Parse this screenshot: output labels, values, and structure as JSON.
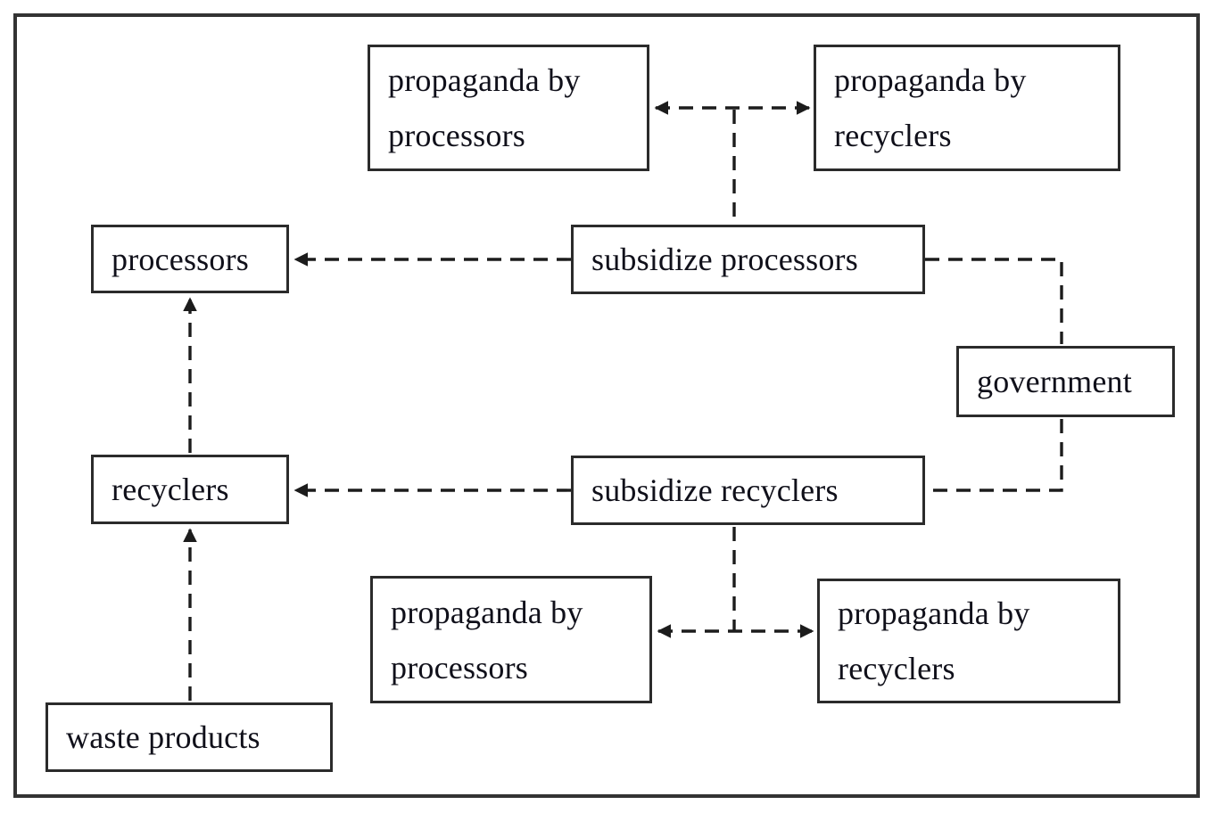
{
  "diagram": {
    "type": "flow-diagram",
    "colors": {
      "background": "#ffffff",
      "frame_border": "#333333",
      "box_border": "#2b2b2b",
      "line": "#1c1c1c",
      "text": "#10101a"
    },
    "nodes": [
      {
        "id": "propaganda-by-processors-top",
        "label": "propaganda by processors"
      },
      {
        "id": "propaganda-by-recyclers-top",
        "label": "propaganda by recyclers"
      },
      {
        "id": "processors",
        "label": "processors"
      },
      {
        "id": "subsidize-processors",
        "label": "subsidize processors"
      },
      {
        "id": "government",
        "label": "government"
      },
      {
        "id": "recyclers",
        "label": "recyclers"
      },
      {
        "id": "subsidize-recyclers",
        "label": "subsidize recyclers"
      },
      {
        "id": "propaganda-by-processors-bottom",
        "label": "propaganda by processors"
      },
      {
        "id": "propaganda-by-recyclers-bottom",
        "label": "propaganda by recyclers"
      },
      {
        "id": "waste-products",
        "label": "waste products"
      }
    ],
    "edges": [
      {
        "from": "subsidize-processors",
        "to": "propaganda-by-processors-top",
        "style": "dashed",
        "arrow": "to"
      },
      {
        "from": "subsidize-processors",
        "to": "propaganda-by-recyclers-top",
        "style": "dashed",
        "arrow": "to"
      },
      {
        "from": "subsidize-processors",
        "to": "processors",
        "style": "dashed",
        "arrow": "to"
      },
      {
        "from": "subsidize-processors",
        "to": "government",
        "style": "dashed",
        "arrow": "none"
      },
      {
        "from": "government",
        "to": "subsidize-recyclers",
        "style": "dashed",
        "arrow": "none"
      },
      {
        "from": "subsidize-recyclers",
        "to": "recyclers",
        "style": "dashed",
        "arrow": "to"
      },
      {
        "from": "subsidize-recyclers",
        "to": "propaganda-by-processors-bottom",
        "style": "dashed",
        "arrow": "to"
      },
      {
        "from": "subsidize-recyclers",
        "to": "propaganda-by-recyclers-bottom",
        "style": "dashed",
        "arrow": "to"
      },
      {
        "from": "recyclers",
        "to": "processors",
        "style": "dashed",
        "arrow": "to"
      },
      {
        "from": "waste-products",
        "to": "recyclers",
        "style": "dashed",
        "arrow": "to"
      }
    ]
  }
}
